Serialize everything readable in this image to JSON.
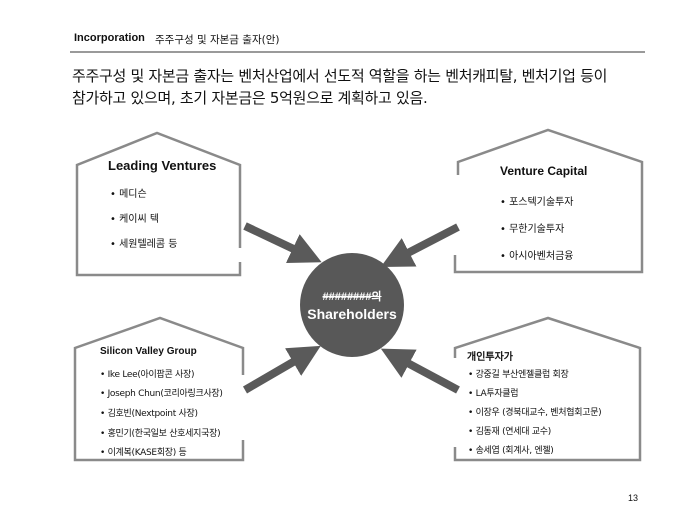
{
  "header": {
    "title": "Incorporation",
    "subtitle": "주주구성 및 자본금 출자(안)"
  },
  "lead": [
    "주주구성 및 자본금 출자는 벤처산업에서 선도적 역할을 하는 벤처캐피탈, 벤처기업 등이",
    "참가하고 있으며, 초기 자본금은 5억원으로 계획하고 있음."
  ],
  "center": {
    "line1": "########의",
    "line2": "Shareholders"
  },
  "groups": {
    "leading": {
      "title": "Leading Ventures",
      "items": [
        "• 메디슨",
        "• 케이씨 텍",
        "• 세원텔레콤 등"
      ]
    },
    "vc": {
      "title": "Venture Capital",
      "items": [
        "• 포스텍기술투자",
        "• 무한기술투자",
        "• 아시아벤처금융"
      ]
    },
    "svg": {
      "title": "Silicon Valley Group",
      "items": [
        "• Ike Lee(아이팝콘 사장)",
        "• Joseph Chun(코리아링크사장)",
        "• 김호빈(Nextpoint 사장)",
        "• 홍민기(한국일보 산호세지국장)",
        "• 이계복(KASE회장) 등"
      ]
    },
    "indiv": {
      "title": "개인투자가",
      "items": [
        "• 강중길 부산엔젤클럽 회장",
        "• LA투자클럽",
        "• 이장우 (경북대교수, 벤처협회고문)",
        "• 김동재 (연세대 교수)",
        "• 송세엽 (회계사, 엔젤)"
      ]
    }
  },
  "page_number": "13",
  "colors": {
    "house": "#8a8a8a",
    "circle": "#585858",
    "arrow": "#5a5a5a"
  }
}
